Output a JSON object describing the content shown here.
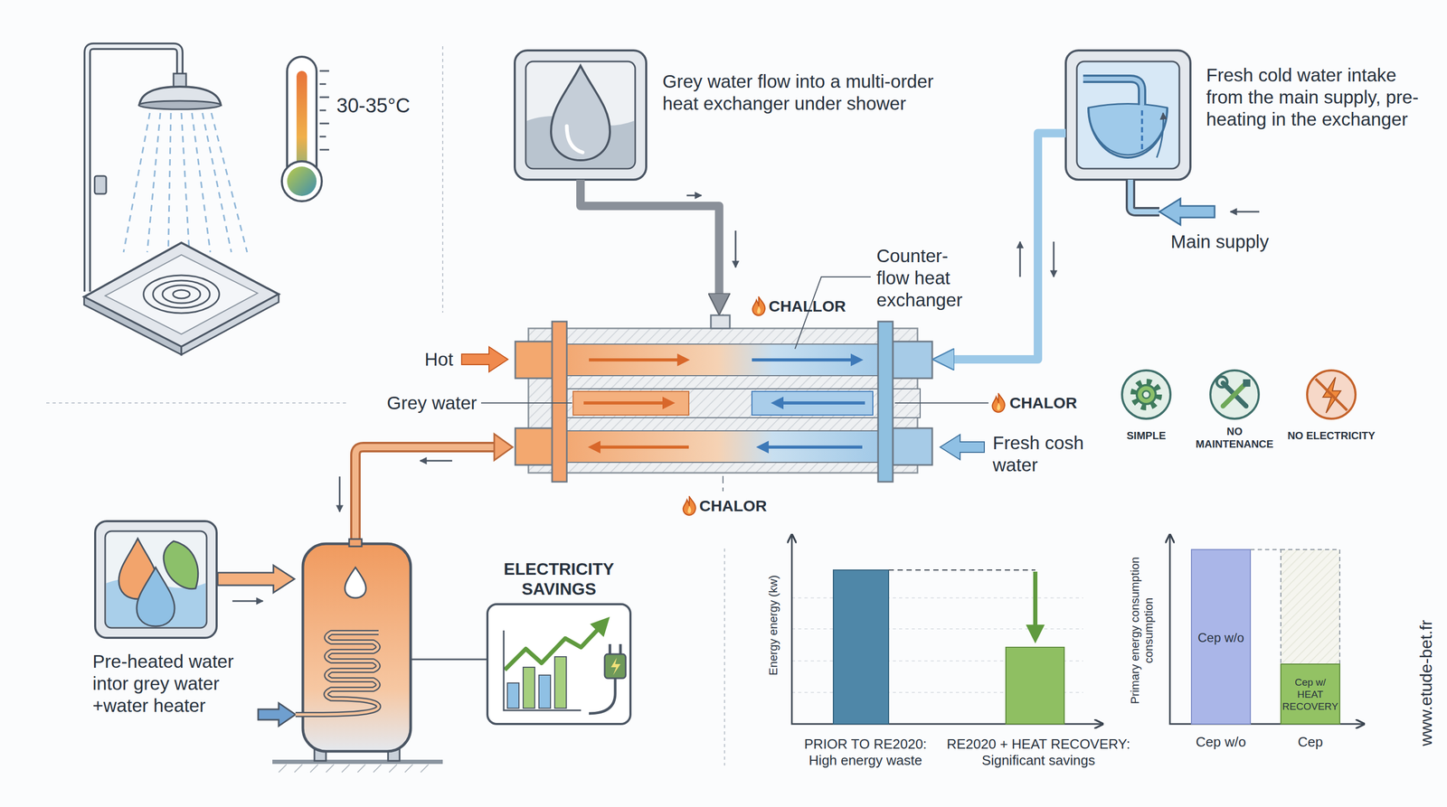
{
  "diagram": {
    "nodes": [
      {
        "text": [
          "Grey water flow into a multi-order heat exchanger under shower"
        ]
      },
      {
        "text": [
          "Fresh cold water intake from the main supply, pre-heating in the exchanger"
        ]
      },
      {
        "text": [
          "Counter- flow heat exchanger"
        ]
      },
      {
        "text": [
          "Pre-heated water intor grey water +water heater"
        ]
      },
      {
        "text": [
          "ELECTRICITY SAVINGS"
        ]
      },
      {
        "text": [
          "SIMPLE"
        ]
      },
      {
        "text": [
          "NO MAINTENANCE"
        ]
      },
      {
        "text": [
          "NO ELECTRICITY"
        ]
      }
    ],
    "edges": [
      {
        "from": 0,
        "to": 2,
        "arrow": "to"
      },
      {
        "from": 1,
        "to": 2,
        "arrow": "to"
      }
    ],
    "labels": [
      "30-35°C",
      "Main supply",
      "CHALLOR",
      "Hot",
      "Grey water",
      "CHALOR",
      "Fresh cosh water",
      "CHALOR",
      "Energy energy (kw)",
      "PRIOR TO RE2020: High energy waste",
      "RE2020 + HEAT RECOVERY: Significant savings",
      "Primary energy consumption consumption",
      "Cep w/o",
      "Cep w/ HEAT RECOVERY",
      "Cep w/o",
      "Cep",
      "www.etude-bet.fr"
    ]
  }
}
